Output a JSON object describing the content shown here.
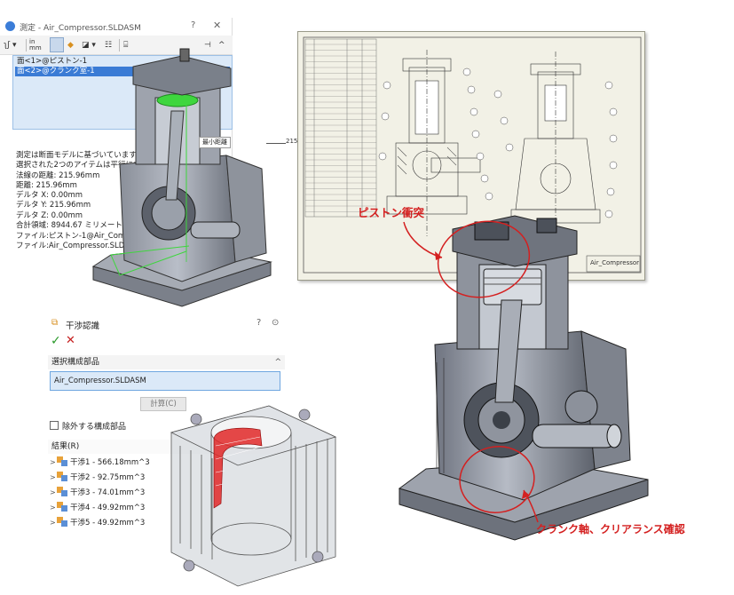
{
  "measure": {
    "window_title": "測定 - Air_Compressor.SLDASM",
    "help_glyph": "?",
    "close_glyph": "✕",
    "toolbar": {
      "units_top": "in",
      "units_bottom": "mm",
      "pin_glyph": "⊣",
      "collapse_glyph": "^"
    },
    "selections": [
      "面<1>@ピストン-1",
      "面<2>@クランク室-1"
    ],
    "result_lines": [
      "測定は断面モデルに基づいています",
      "選択された2つのアイテムは平行になります。",
      "法線の距離: 215.96mm",
      "距離: 215.96mm",
      "デルタ X: 0.00mm",
      "デルタ Y: 215.96mm",
      "デルタ Z: 0.00mm",
      "合計領域: 8944.67 ミリメートル^2"
    ],
    "file_lines": [
      "ファイル:ピストン-1@Air_Compressor",
      "ファイル:Air_Compressor.SLDASM"
    ],
    "callout_mode": "最小距離",
    "callout_value": "215.96mm"
  },
  "drawing": {
    "title_block": "Air_Compressor"
  },
  "interference": {
    "title": "干渉認識",
    "help_glyph": "?",
    "pin_glyph": "⊙",
    "ok_glyph": "✓",
    "cancel_glyph": "✕",
    "selected_components_label": "選択構成部品",
    "collapse_glyph": "^",
    "component_value": "Air_Compressor.SLDASM",
    "calculate_label": "計算(C)",
    "excluded_label": "除外する構成部品",
    "results_label": "結果(R)",
    "results": [
      {
        "arrow": ">",
        "text": "干渉1 - 566.18mm^3"
      },
      {
        "arrow": ">",
        "text": "干渉2 - 92.75mm^3"
      },
      {
        "arrow": ">",
        "text": "干渉3 - 74.01mm^3"
      },
      {
        "arrow": ">",
        "text": "干渉4 - 49.92mm^3"
      },
      {
        "arrow": ">",
        "text": "干渉5 - 49.92mm^3"
      }
    ]
  },
  "annotations": {
    "piston_collision": "ピストン衝突",
    "crank_clearance": "クランク軸、クリアランス確認"
  },
  "colors": {
    "accent_red": "#d42020",
    "selection_blue": "#3a7bd5",
    "list_bg": "#dbe9f8",
    "ok_green": "#2a9a2a",
    "interference_red": "#e02828",
    "highlight_green": "#3ed63e"
  },
  "icons": {
    "app": "solidworks-icon",
    "interference": "interference-icon",
    "ok": "checkmark-icon",
    "cancel": "x-icon"
  }
}
